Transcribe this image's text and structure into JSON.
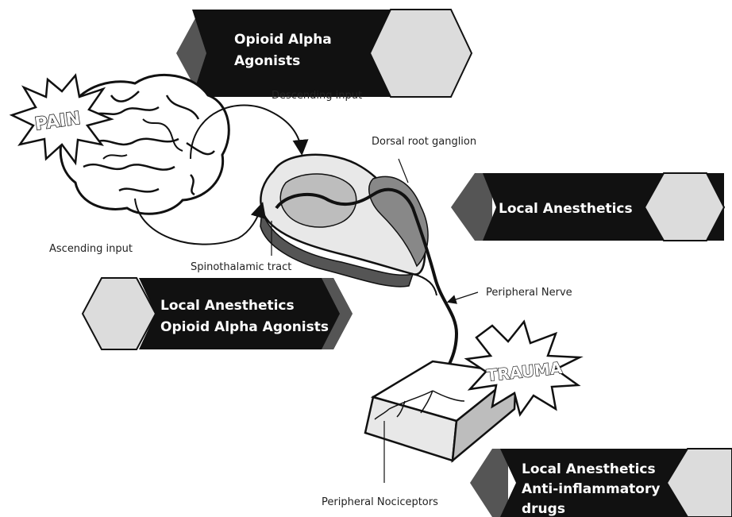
{
  "banners": {
    "top": {
      "lines": [
        "Opioid Alpha",
        "Agonists"
      ]
    },
    "right": {
      "lines": [
        "Local Anesthetics"
      ]
    },
    "left": {
      "lines": [
        "Local Anesthetics",
        "Opioid Alpha Agonists"
      ]
    },
    "bottom": {
      "lines": [
        "Local Anesthetics",
        "Anti-inflammatory",
        "drugs"
      ]
    }
  },
  "labels": {
    "descending_input": "Descending input",
    "dorsal_root_ganglion": "Dorsal root ganglion",
    "ascending_input": "Ascending input",
    "spinothalamic_tract": "Spinothalamic tract",
    "peripheral_nerve": "Peripheral Nerve",
    "peripheral_nociceptors": "Peripheral Nociceptors"
  },
  "bursts": {
    "pain": "PAIN",
    "trauma": "TRAUMA"
  },
  "colors": {
    "banner_fill": "#111111",
    "banner_accent": "#555555",
    "hexagon_fill": "#dcdcdc",
    "line": "#111111"
  }
}
